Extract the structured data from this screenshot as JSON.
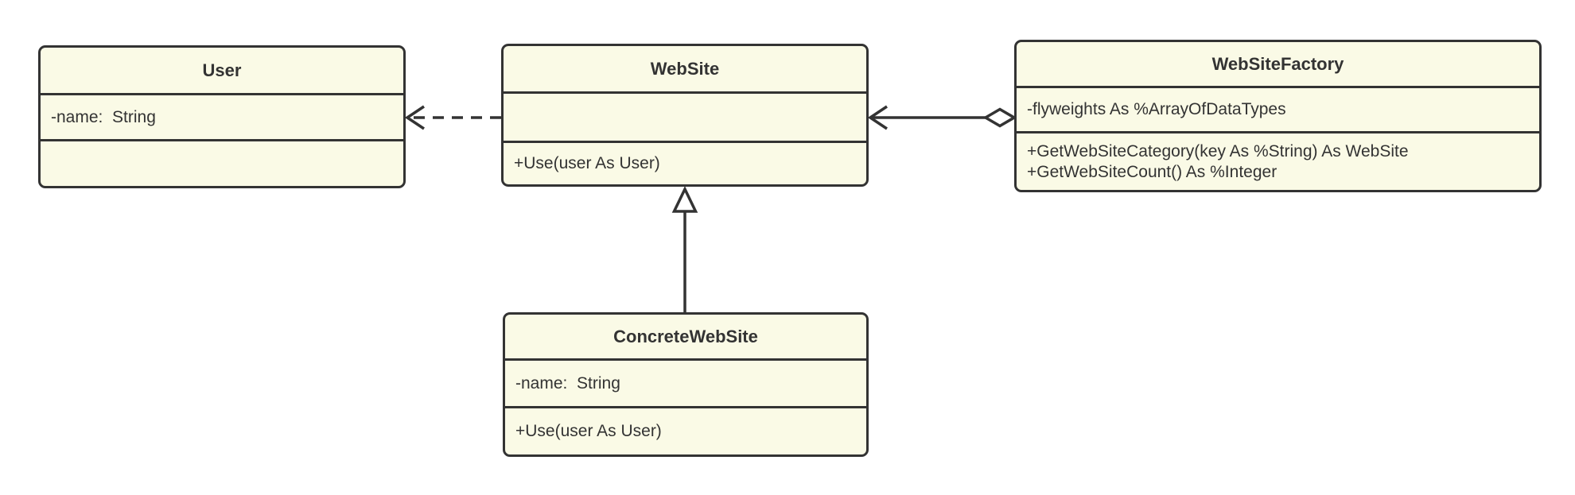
{
  "diagram": {
    "type": "uml-class-diagram",
    "colors": {
      "box_fill": "#FAFAE6",
      "box_border": "#333333",
      "line_color": "#333333",
      "text_color": "#333333",
      "background": "#FFFFFF"
    },
    "classes": [
      {
        "name": "User",
        "attributes": [
          "-name:  String"
        ],
        "methods": []
      },
      {
        "name": "WebSite",
        "attributes": [],
        "methods": [
          "+Use(user As User)"
        ]
      },
      {
        "name": "WebSiteFactory",
        "attributes": [
          "-flyweights As %ArrayOfDataTypes"
        ],
        "methods": [
          "+GetWebSiteCategory(key As %String) As WebSite",
          "+GetWebSiteCount() As %Integer"
        ]
      },
      {
        "name": "ConcreteWebSite",
        "attributes": [
          "-name:  String"
        ],
        "methods": [
          "+Use(user As User)"
        ]
      }
    ],
    "relationships": [
      {
        "type": "dependency",
        "from": "WebSite",
        "to": "User",
        "line": "dashed",
        "head": "open-arrow"
      },
      {
        "type": "aggregation",
        "from": "WebSiteFactory",
        "to": "WebSite",
        "line": "solid",
        "head": "open-arrow",
        "tail": "open-diamond"
      },
      {
        "type": "generalization",
        "from": "ConcreteWebSite",
        "to": "WebSite",
        "line": "solid",
        "head": "hollow-triangle"
      }
    ]
  }
}
